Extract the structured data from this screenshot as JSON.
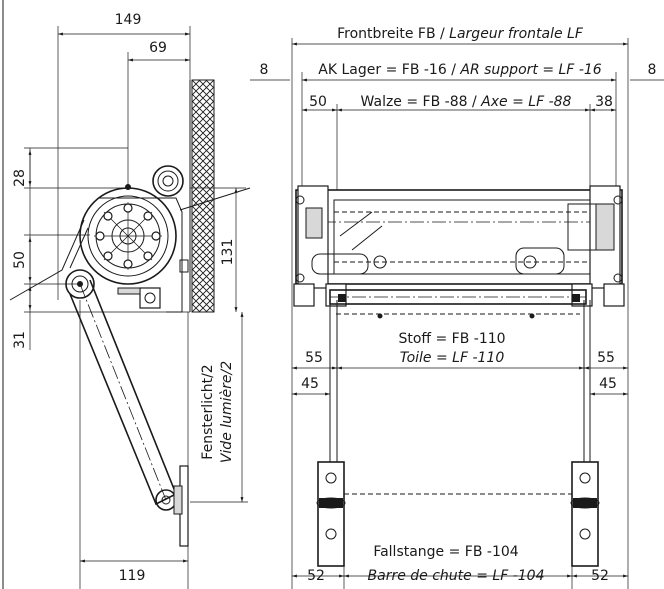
{
  "side_view": {
    "dim_149": "149",
    "dim_69": "69",
    "dim_28": "28",
    "dim_50": "50",
    "dim_31": "31",
    "dim_131": "131",
    "dim_119": "119",
    "window_label_de": "Fensterlicht/2",
    "window_label_fr": "Vide lumière/2"
  },
  "front_view": {
    "frontwidth_de": "Frontbreite FB / ",
    "frontwidth_fr": "Largeur frontale LF",
    "dim_8_left": "8",
    "dim_8_right": "8",
    "bearing_de": "AK Lager = FB -16 / ",
    "bearing_fr": "AR support = LF -16",
    "dim_50": "50",
    "dim_38": "38",
    "roller_de": "Walze = FB -88 / ",
    "roller_fr": "Axe = LF -88",
    "fabric_de": "Stoff = FB -110",
    "fabric_fr": "Toile = LF -110",
    "dim_55_left": "55",
    "dim_55_right": "55",
    "dim_45_left": "45",
    "dim_45_right": "45",
    "dropbar_de": "Fallstange = FB -104",
    "dropbar_fr": "Barre de chute = LF -104",
    "dim_52_left": "52",
    "dim_52_right": "52"
  }
}
